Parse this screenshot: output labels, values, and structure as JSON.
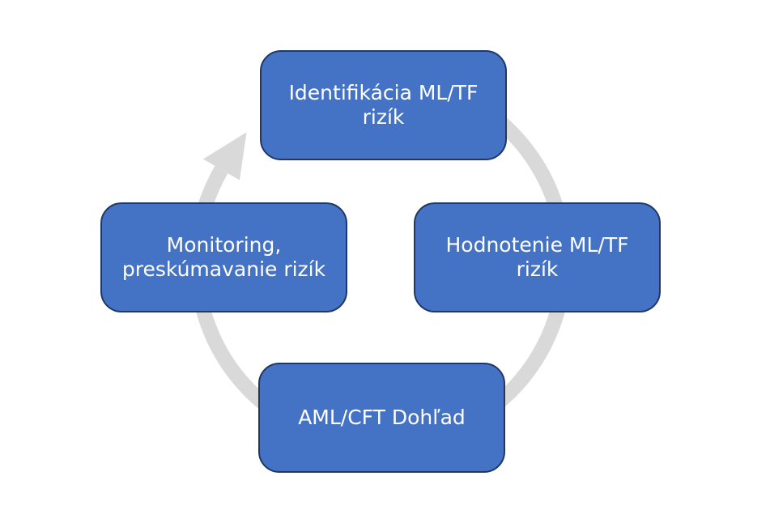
{
  "diagram": {
    "type": "cycle",
    "flow_direction": "clockwise",
    "colors": {
      "node_fill": "#4472C4",
      "node_border": "#1F3864",
      "node_text": "#FFFFFF",
      "arrow": "#D9D9D9",
      "background": "#FFFFFF"
    },
    "arrow": {
      "shape": "circular-arrow",
      "arrowhead_position": "upper-left"
    },
    "nodes": [
      {
        "id": "identifikacia-rizik",
        "position": "top",
        "label": "Identifikácia ML/TF\nrizík"
      },
      {
        "id": "hodnotenie-rizik",
        "position": "right",
        "label": "Hodnotenie ML/TF\nrizík"
      },
      {
        "id": "aml-cft-dohlad",
        "position": "bottom",
        "label": "AML/CFT Dohľad"
      },
      {
        "id": "monitoring-rizik",
        "position": "left",
        "label": "Monitoring,\npreskúmavanie rizík"
      }
    ]
  }
}
